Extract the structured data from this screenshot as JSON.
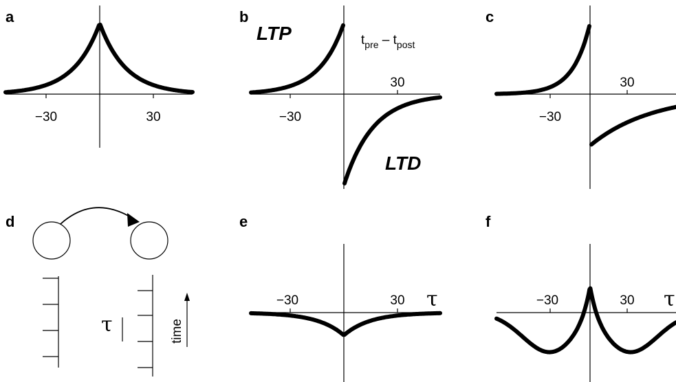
{
  "panel_labels": {
    "a": "a",
    "b": "b",
    "c": "c",
    "d": "d",
    "e": "e",
    "f": "f"
  },
  "ticks": {
    "neg30": "−30",
    "pos30": "30"
  },
  "labels": {
    "ltp": "LTP",
    "ltd": "LTD",
    "t_pre": "t",
    "pre_sub": "pre",
    "minus": " – ",
    "t_post": "t",
    "post_sub": "post",
    "tau": "τ",
    "time": "time"
  },
  "colors": {
    "ink": "#000000",
    "background": "#ffffff"
  }
}
